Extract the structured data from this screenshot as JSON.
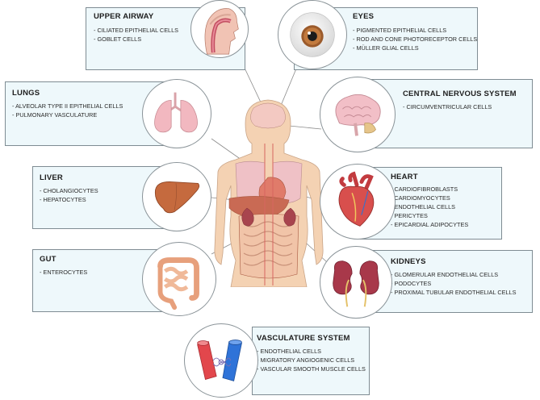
{
  "panels": {
    "upper_airway": {
      "title": "UPPER AIRWAY",
      "cells": [
        "CILIATED EPITHELIAL CELLS",
        "GOBLET CELLS"
      ],
      "icon": "upper-airway-icon"
    },
    "eyes": {
      "title": "EYES",
      "cells": [
        "PIGMENTED EPITHELIAL CELLS",
        "ROD AND CONE PHOTORECEPTOR CELLS",
        "MÜLLER GLIAL CELLS"
      ],
      "icon": "eye-icon"
    },
    "lungs": {
      "title": "LUNGS",
      "cells": [
        "ALVEOLAR TYPE II EPITHELIAL CELLS",
        "PULMONARY VASCULATURE"
      ],
      "icon": "lungs-icon"
    },
    "cns": {
      "title": "CENTRAL NERVOUS  SYSTEM",
      "cells": [
        "CIRCUMVENTRICULAR CELLS"
      ],
      "icon": "brain-icon"
    },
    "liver": {
      "title": "LIVER",
      "cells": [
        "CHOLANGIOCYTES",
        "HEPATOCYTES"
      ],
      "icon": "liver-icon"
    },
    "heart": {
      "title": "HEART",
      "cells": [
        "CARDIOFIBROBLASTS",
        "CARDIOMYOCYTES",
        "ENDOTHELIAL CELLS",
        "PERICYTES",
        "EPICARDIAL ADIPOCYTES"
      ],
      "icon": "heart-icon"
    },
    "gut": {
      "title": "GUT",
      "cells": [
        "ENTEROCYTES"
      ],
      "icon": "intestine-icon"
    },
    "kidneys": {
      "title": "KIDNEYS",
      "cells": [
        "GLOMERULAR ENDOTHELIAL CELLS",
        "PODOCYTES",
        "PROXIMAL TUBULAR ENDOTHELIAL CELLS"
      ],
      "icon": "kidneys-icon"
    },
    "vasculature": {
      "title": "VASCULATURE SYSTEM",
      "cells": [
        "ENDOTHELIAL CELLS",
        "MIGRATORY ANGIOGENIC CELLS",
        "VASCULAR SMOOTH MUSCLE CELLS"
      ],
      "icon": "blood-vessels-icon"
    }
  },
  "colors": {
    "panel_fill": "#eef8fb",
    "panel_border": "#7f8c93",
    "skin": "#f4d2b3",
    "organ_red": "#c75a55",
    "lung_pink": "#f2b8c0",
    "artery_red": "#e2474c",
    "vein_blue": "#2f73d8"
  },
  "figure": {
    "center_icon": "human-body-anatomy-icon"
  }
}
